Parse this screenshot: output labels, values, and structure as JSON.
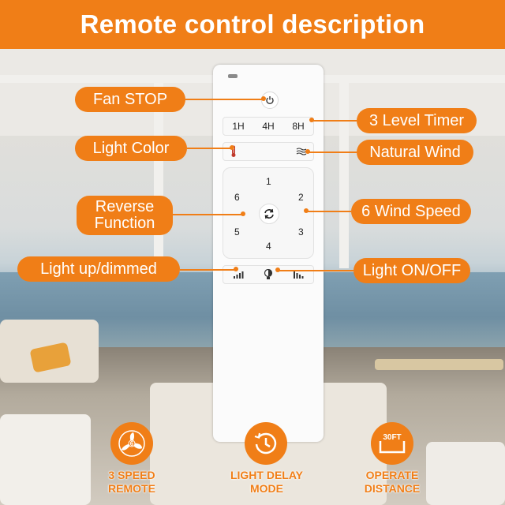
{
  "header": {
    "title": "Remote control description"
  },
  "remote": {
    "timer_buttons": [
      "1H",
      "4H",
      "8H"
    ],
    "speed_numbers": [
      "1",
      "2",
      "3",
      "4",
      "5",
      "6"
    ]
  },
  "callouts": {
    "fan_stop": "Fan STOP",
    "timer": "3 Level Timer",
    "light_color": "Light Color",
    "natural_wind": "Natural Wind",
    "reverse_line1": "Reverse",
    "reverse_line2": "Function",
    "wind_speed": "6 Wind Speed",
    "light_dim": "Light up/dimmed",
    "light_onoff": "Light ON/OFF"
  },
  "features": [
    {
      "icon": "fan-icon",
      "icon_text": "6",
      "line1": "3 SPEED",
      "line2": "REMOTE"
    },
    {
      "icon": "clock-icon",
      "line1": "LIGHT DELAY",
      "line2": "MODE"
    },
    {
      "icon": "distance-icon",
      "icon_text": "30FT",
      "line1": "OPERATE",
      "line2": "DISTANCE"
    }
  ],
  "colors": {
    "accent": "#f07e17",
    "text_on_accent": "#ffffff"
  }
}
